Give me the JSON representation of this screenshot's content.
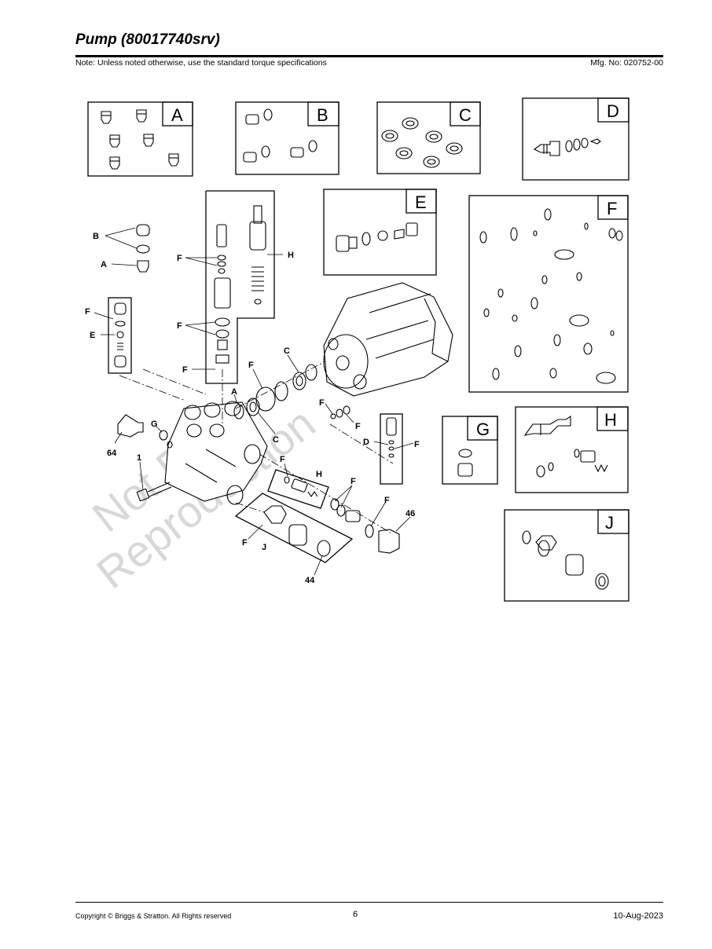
{
  "header": {
    "title": "Pump (80017740srv)",
    "note": "Note: Unless noted otherwise, use the standard torque specifications",
    "mfg": "Mfg. No: 020752-00"
  },
  "kits": {
    "a": "A",
    "b": "B",
    "c": "C",
    "d": "D",
    "e": "E",
    "f": "F",
    "g": "G",
    "h": "H",
    "j": "J"
  },
  "callouts": {
    "A": "A",
    "B": "B",
    "C": "C",
    "D": "D",
    "E": "E",
    "F": "F",
    "G": "G",
    "H": "H",
    "J": "J",
    "n1": "1",
    "n44": "44",
    "n46": "46",
    "n64": "64"
  },
  "watermark": {
    "line1": "Not For",
    "line2": "Reproduction"
  },
  "footer": {
    "copyright": "Copyright ©  Briggs & Stratton. All Rights reserved",
    "page": "6",
    "date": "10-Aug-2023"
  }
}
